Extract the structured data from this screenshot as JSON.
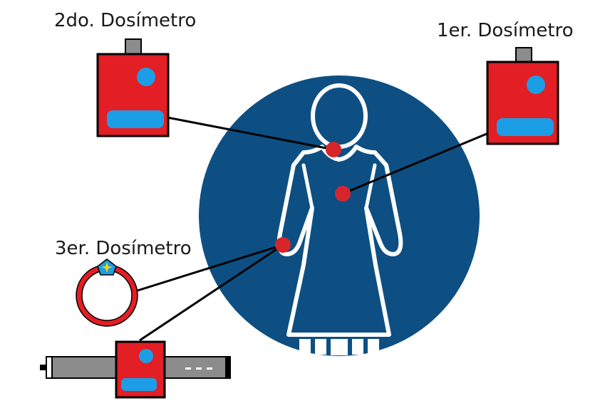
{
  "labels": {
    "second": "2do. Dosímetro",
    "first": "1er. Dosímetro",
    "third": "3er. Dosímetro"
  },
  "colors": {
    "circle": "#0d4f83",
    "figure": "#ffffff",
    "dosimeter_body": "#e31e24",
    "dosimeter_window": "#1b9ee6",
    "marker": "#d7262b",
    "clip": "#8c8c8c",
    "line": "#000000",
    "ring_gem": "#1b9ee6",
    "strap": "#8c8c8c"
  },
  "icons": {
    "badge": "dosimeter-badge-icon",
    "ring": "ring-dosimeter-icon",
    "wrist": "wrist-dosimeter-icon",
    "person": "person-silhouette-icon"
  }
}
